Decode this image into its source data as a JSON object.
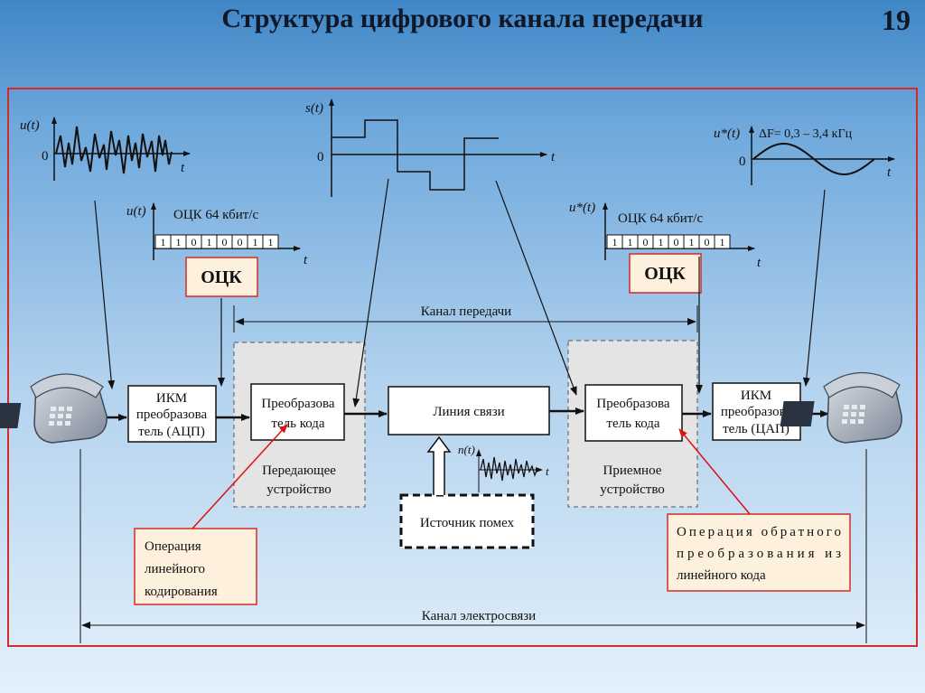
{
  "slide": {
    "title": "Структура цифрового канала передачи",
    "page_number": "19"
  },
  "blocks": {
    "ikm_adc": [
      "ИКМ",
      "преобразова",
      "тель (АЦП)"
    ],
    "ikm_dac": [
      "ИКМ",
      "преобразова",
      "тель (ЦАП)"
    ],
    "code_conv_tx": [
      "Преобразова",
      "тель кода"
    ],
    "code_conv_rx": [
      "Преобразова",
      "тель кода"
    ],
    "line": "Линия связи",
    "noise_source": "Источник помех",
    "tx_device": [
      "Передающее",
      "устройство"
    ],
    "rx_device": [
      "Приемное",
      "устройство"
    ],
    "ock_left": "ОЦК",
    "ock_right": "ОЦК"
  },
  "labels": {
    "channel_transmission": "Канал передачи",
    "channel_telecom": "Канал электросвязи",
    "op_linear": [
      "Операция",
      "линейного",
      "кодирования"
    ],
    "op_inverse": [
      "Операция обратного",
      "преобразования из",
      "линейного кода"
    ]
  },
  "graphs": {
    "u_in": {
      "ylabel": "u(t)",
      "zero": "0",
      "xlabel": "t"
    },
    "s_line": {
      "ylabel": "s(t)",
      "zero": "0",
      "xlabel": "t"
    },
    "u_out": {
      "ylabel": "u*(t)",
      "zero": "0",
      "xlabel": "t",
      "annotation": "ΔF= 0,3 – 3,4 кГц"
    },
    "noise": {
      "ylabel": "n(t)",
      "xlabel": "t"
    },
    "bits_left": {
      "ylabel": "u(t)",
      "rate": "ОЦК 64 кбит/с",
      "xlabel": "t",
      "bits": [
        "1",
        "1",
        "0",
        "1",
        "0",
        "0",
        "1",
        "1"
      ]
    },
    "bits_right": {
      "ylabel": "u*(t)",
      "rate": "ОЦК 64 кбит/с",
      "xlabel": "t",
      "bits": [
        "1",
        "1",
        "0",
        "1",
        "0",
        "1",
        "0",
        "1"
      ]
    }
  },
  "colors": {
    "frame": "#d42a2a",
    "annotation_arrow": "#e01010",
    "dashed_panel": "#e4e4e4"
  }
}
